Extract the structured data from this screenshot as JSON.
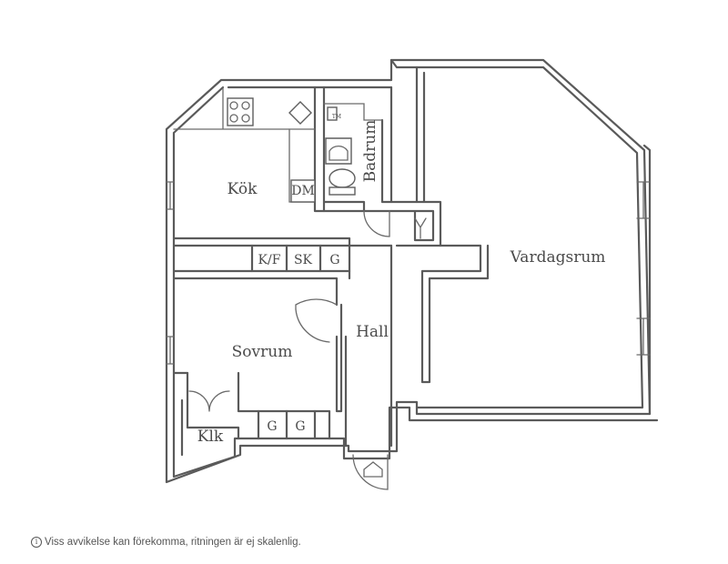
{
  "rooms": {
    "kok": "Kök",
    "badrum": "Badrum",
    "vardagsrum": "Vardagsrum",
    "sovrum": "Sovrum",
    "hall": "Hall",
    "klk": "Klk"
  },
  "fixtures": {
    "dm": "DM",
    "kf": "K/F",
    "sk": "SK",
    "g_hall": "G",
    "g_sovrum_1": "G",
    "g_sovrum_2": "G",
    "wm": "TM"
  },
  "footer": {
    "icon": "info-icon",
    "disclaimer": "Viss avvikelse kan förekomma, ritningen är ej skalenlig."
  }
}
